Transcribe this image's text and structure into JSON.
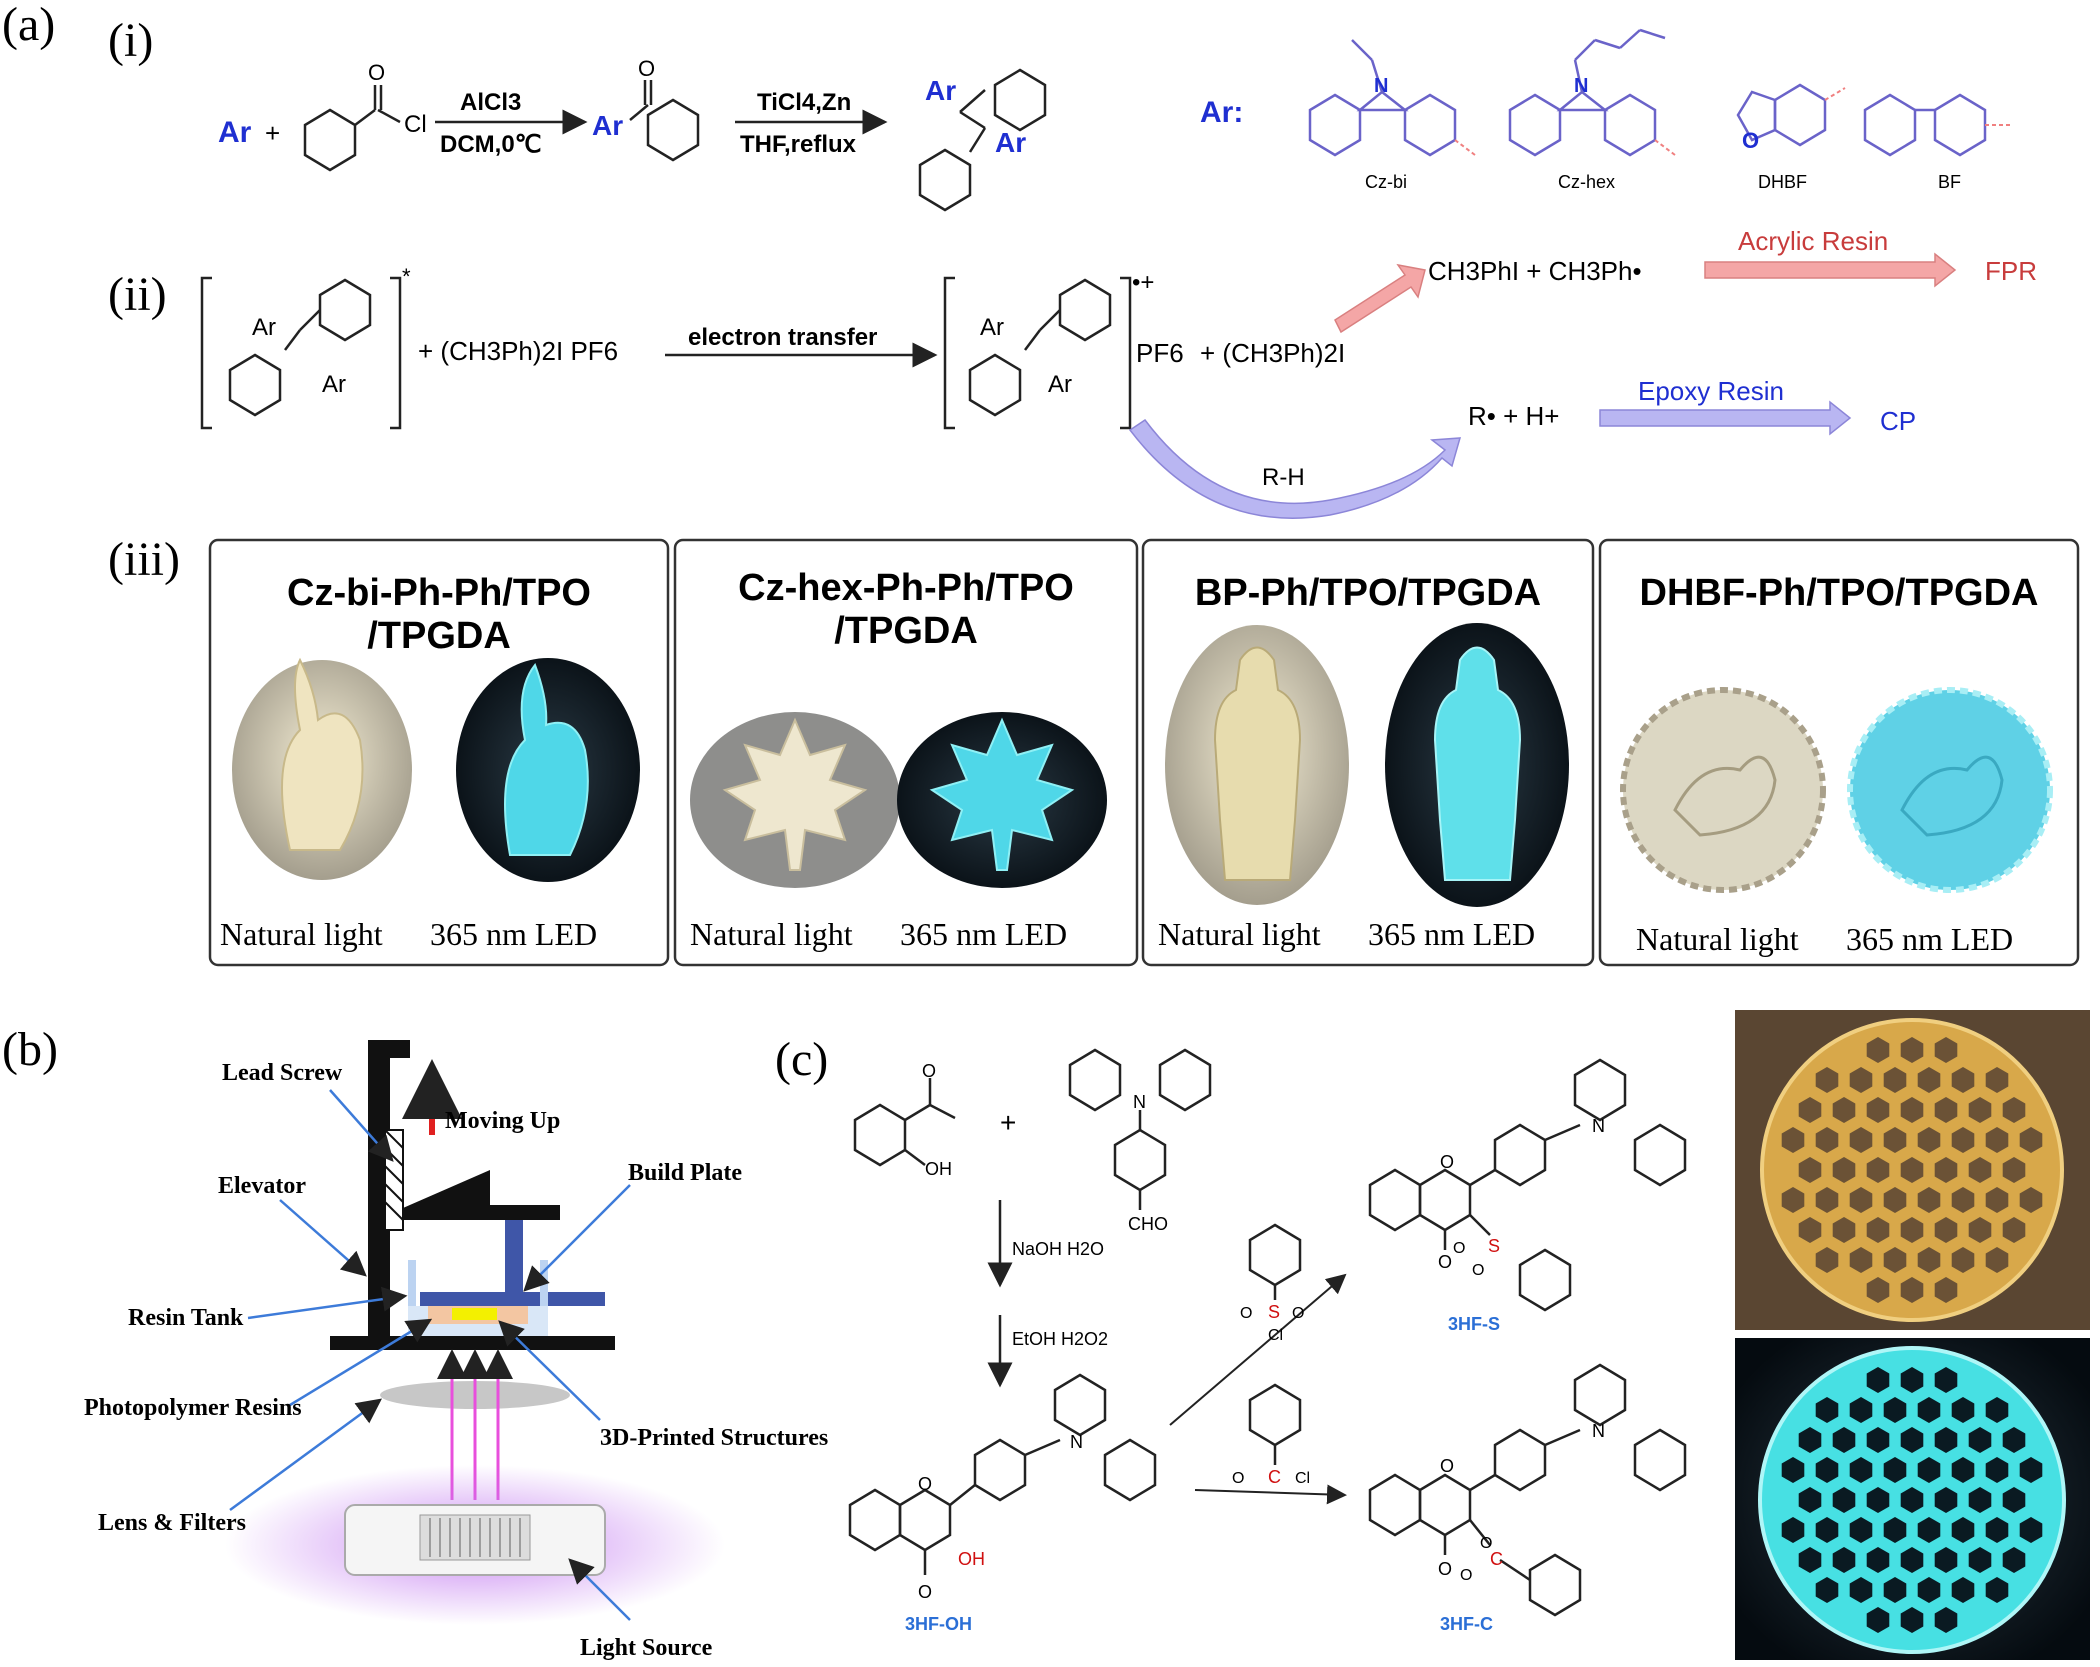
{
  "panels": {
    "a": "(a)",
    "a_i": "(i)",
    "a_ii": "(ii)",
    "a_iii": "(iii)",
    "b": "(b)",
    "c": "(c)"
  },
  "scheme_i": {
    "ar": "Ar",
    "plus": "+",
    "cl": "Cl",
    "o": "O",
    "reagent1_top": "AlCl3",
    "reagent1_bottom": "DCM,0℃",
    "reagent2_top": "TiCl4,Zn",
    "reagent2_bottom": "THF,reflux",
    "ar_label": "Ar:",
    "groups": [
      "Cz-bi",
      "Cz-hex",
      "DHBF",
      "BF"
    ],
    "n": "N"
  },
  "scheme_ii": {
    "star": "*",
    "salt": "+ (CH3Ph)2I PF6",
    "electron_transfer": "electron transfer",
    "radical_cation": "•+",
    "pf6": "PF6",
    "iodine": "+ (CH3Ph)2I",
    "products_top": "CH3PhI  +  CH3Ph•",
    "acrylic": "Acrylic Resin",
    "fpr": "FPR",
    "products_bottom": "R•  +  H+",
    "epoxy": "Epoxy Resin",
    "cp": "CP",
    "rh": "R-H"
  },
  "scheme_iii": {
    "boxes": [
      {
        "title1": "Cz-bi-Ph-Ph/TPO",
        "title2": "/TPGDA",
        "cap1": "Natural light",
        "cap2": "365 nm LED"
      },
      {
        "title1": "Cz-hex-Ph-Ph/TPO",
        "title2": "/TPGDA",
        "cap1": "Natural light",
        "cap2": "365 nm LED"
      },
      {
        "title1": "BP-Ph/TPO/TPGDA",
        "title2": "",
        "cap1": "Natural light",
        "cap2": "365 nm LED"
      },
      {
        "title1": "DHBF-Ph/TPO/TPGDA",
        "title2": "",
        "cap1": "Natural light",
        "cap2": "365 nm LED"
      }
    ]
  },
  "printer": {
    "lead_screw": "Lead Screw",
    "moving_up": "Moving Up",
    "elevator": "Elevator",
    "build_plate": "Build Plate",
    "resin_tank": "Resin Tank",
    "photopolymer": "Photopolymer Resins",
    "structures": "3D-Printed Structures",
    "lens": "Lens & Filters",
    "light": "Light Source"
  },
  "scheme_c": {
    "plus": "+",
    "oh": "OH",
    "n": "N",
    "cho": "CHO",
    "step1": "NaOH H2O",
    "step2": "EtOH H2O2",
    "o": "O",
    "s": "S",
    "c": "C",
    "cl": "Cl",
    "hf_oh": "3HF-OH",
    "hf_s": "3HF-S",
    "hf_c": "3HF-C"
  },
  "colors": {
    "blue": "#1f2fd1",
    "red_arrow": "#f4a6a6",
    "blue_arrow": "#b9b6f2",
    "glow_blue": "#4fd7e8",
    "resin_yellow": "#e6d9a2",
    "light_purple": "#c47ef0"
  }
}
